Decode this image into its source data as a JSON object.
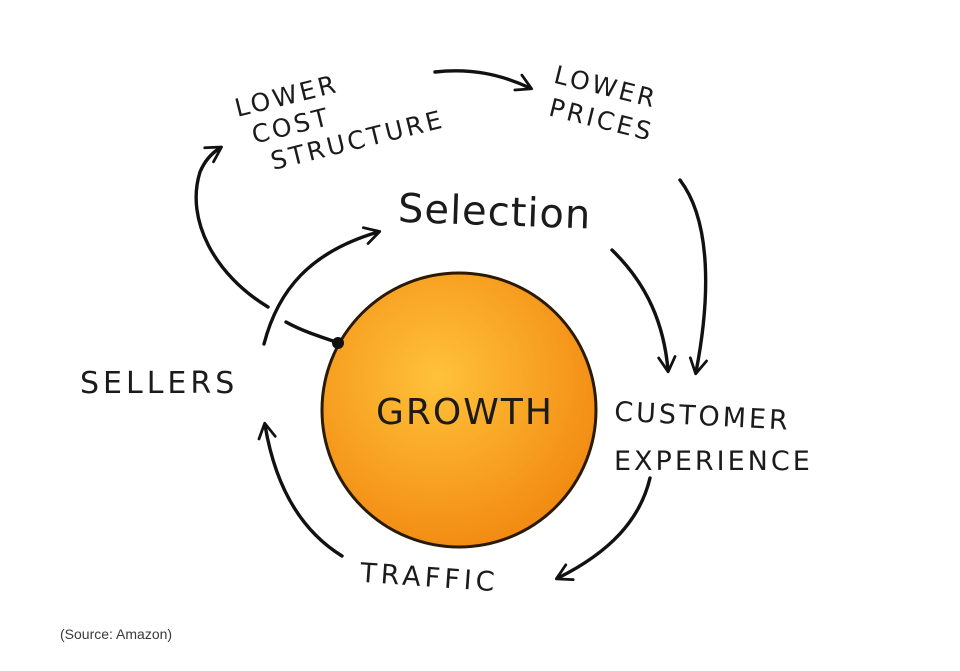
{
  "labels": {
    "lower_cost_structure": [
      "LOWER",
      "COST",
      "STRUCTURE"
    ],
    "lower_prices": [
      "LOWER",
      "PRICES"
    ],
    "selection": "Selection",
    "sellers": "SELLERS",
    "growth": "GROWTH",
    "customer_experience": [
      "CUSTOMER",
      "EXPERIENCE"
    ],
    "traffic": "TRAFFIC"
  },
  "caption": "(Source: Amazon)",
  "colors": {
    "growth_fill_light": "#ffc23a",
    "growth_fill_dark": "#f28a12",
    "growth_outline": "#2a1a00",
    "ink": "#111111"
  }
}
